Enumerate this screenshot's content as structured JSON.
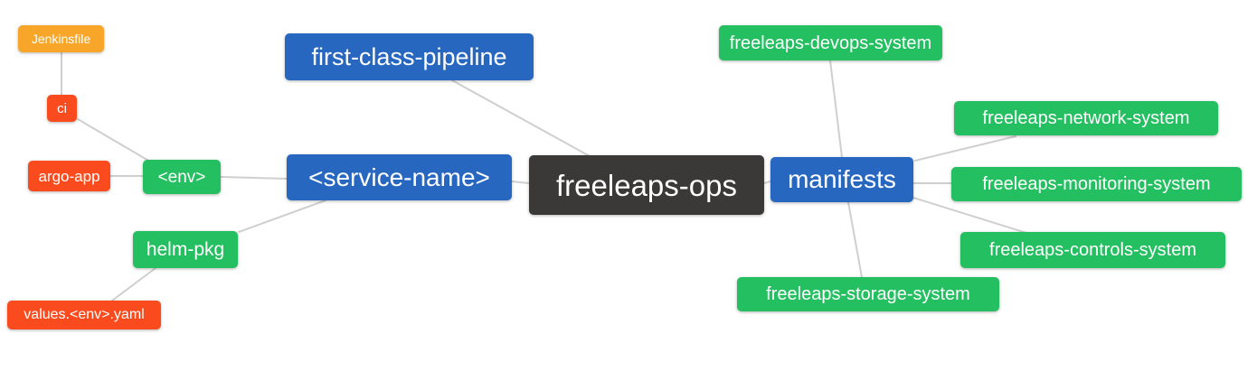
{
  "diagram": {
    "type": "mindmap",
    "root_label": "freeleaps-ops",
    "palette": {
      "orange": "#f7a62a",
      "red": "#fa4b1e",
      "green": "#23bf60",
      "blue": "#2767c0",
      "dark": "#3b3838",
      "edge_gray": "#cfcfcf",
      "text": "#ffffff",
      "background": "#ffffff"
    },
    "nodes": [
      {
        "id": "jenkinsfile",
        "label": "Jenkinsfile",
        "color": "#f7a62a"
      },
      {
        "id": "ci",
        "label": "ci",
        "color": "#fa4b1e"
      },
      {
        "id": "argo-app",
        "label": "argo-app",
        "color": "#fa4b1e"
      },
      {
        "id": "env",
        "label": "<env>",
        "color": "#23bf60"
      },
      {
        "id": "helm-pkg",
        "label": "helm-pkg",
        "color": "#23bf60"
      },
      {
        "id": "values-env-yaml",
        "label": "values.<env>.yaml",
        "color": "#fa4b1e"
      },
      {
        "id": "first-class-pipeline",
        "label": "first-class-pipeline",
        "color": "#2767c0"
      },
      {
        "id": "service-name",
        "label": "<service-name>",
        "color": "#2767c0"
      },
      {
        "id": "freeleaps-ops",
        "label": "freeleaps-ops",
        "color": "#3b3838"
      },
      {
        "id": "manifests",
        "label": "manifests",
        "color": "#2767c0"
      },
      {
        "id": "freeleaps-devops-system",
        "label": "freeleaps-devops-system",
        "color": "#23bf60"
      },
      {
        "id": "freeleaps-network-system",
        "label": "freeleaps-network-system",
        "color": "#23bf60"
      },
      {
        "id": "freeleaps-monitoring-system",
        "label": "freeleaps-monitoring-system",
        "color": "#23bf60"
      },
      {
        "id": "freeleaps-controls-system",
        "label": "freeleaps-controls-system",
        "color": "#23bf60"
      },
      {
        "id": "freeleaps-storage-system",
        "label": "freeleaps-storage-system",
        "color": "#23bf60"
      }
    ],
    "edges": [
      {
        "from": "Jenkinsfile",
        "to": "ci"
      },
      {
        "from": "ci",
        "to": "<env>"
      },
      {
        "from": "argo-app",
        "to": "<env>"
      },
      {
        "from": "<env>",
        "to": "<service-name>"
      },
      {
        "from": "<service-name>",
        "to": "helm-pkg"
      },
      {
        "from": "helm-pkg",
        "to": "values.<env>.yaml"
      },
      {
        "from": "first-class-pipeline",
        "to": "freeleaps-ops"
      },
      {
        "from": "<service-name>",
        "to": "freeleaps-ops"
      },
      {
        "from": "freeleaps-ops",
        "to": "manifests"
      },
      {
        "from": "manifests",
        "to": "freeleaps-devops-system"
      },
      {
        "from": "manifests",
        "to": "freeleaps-network-system"
      },
      {
        "from": "manifests",
        "to": "freeleaps-monitoring-system"
      },
      {
        "from": "manifests",
        "to": "freeleaps-controls-system"
      },
      {
        "from": "manifests",
        "to": "freeleaps-storage-system"
      }
    ]
  }
}
